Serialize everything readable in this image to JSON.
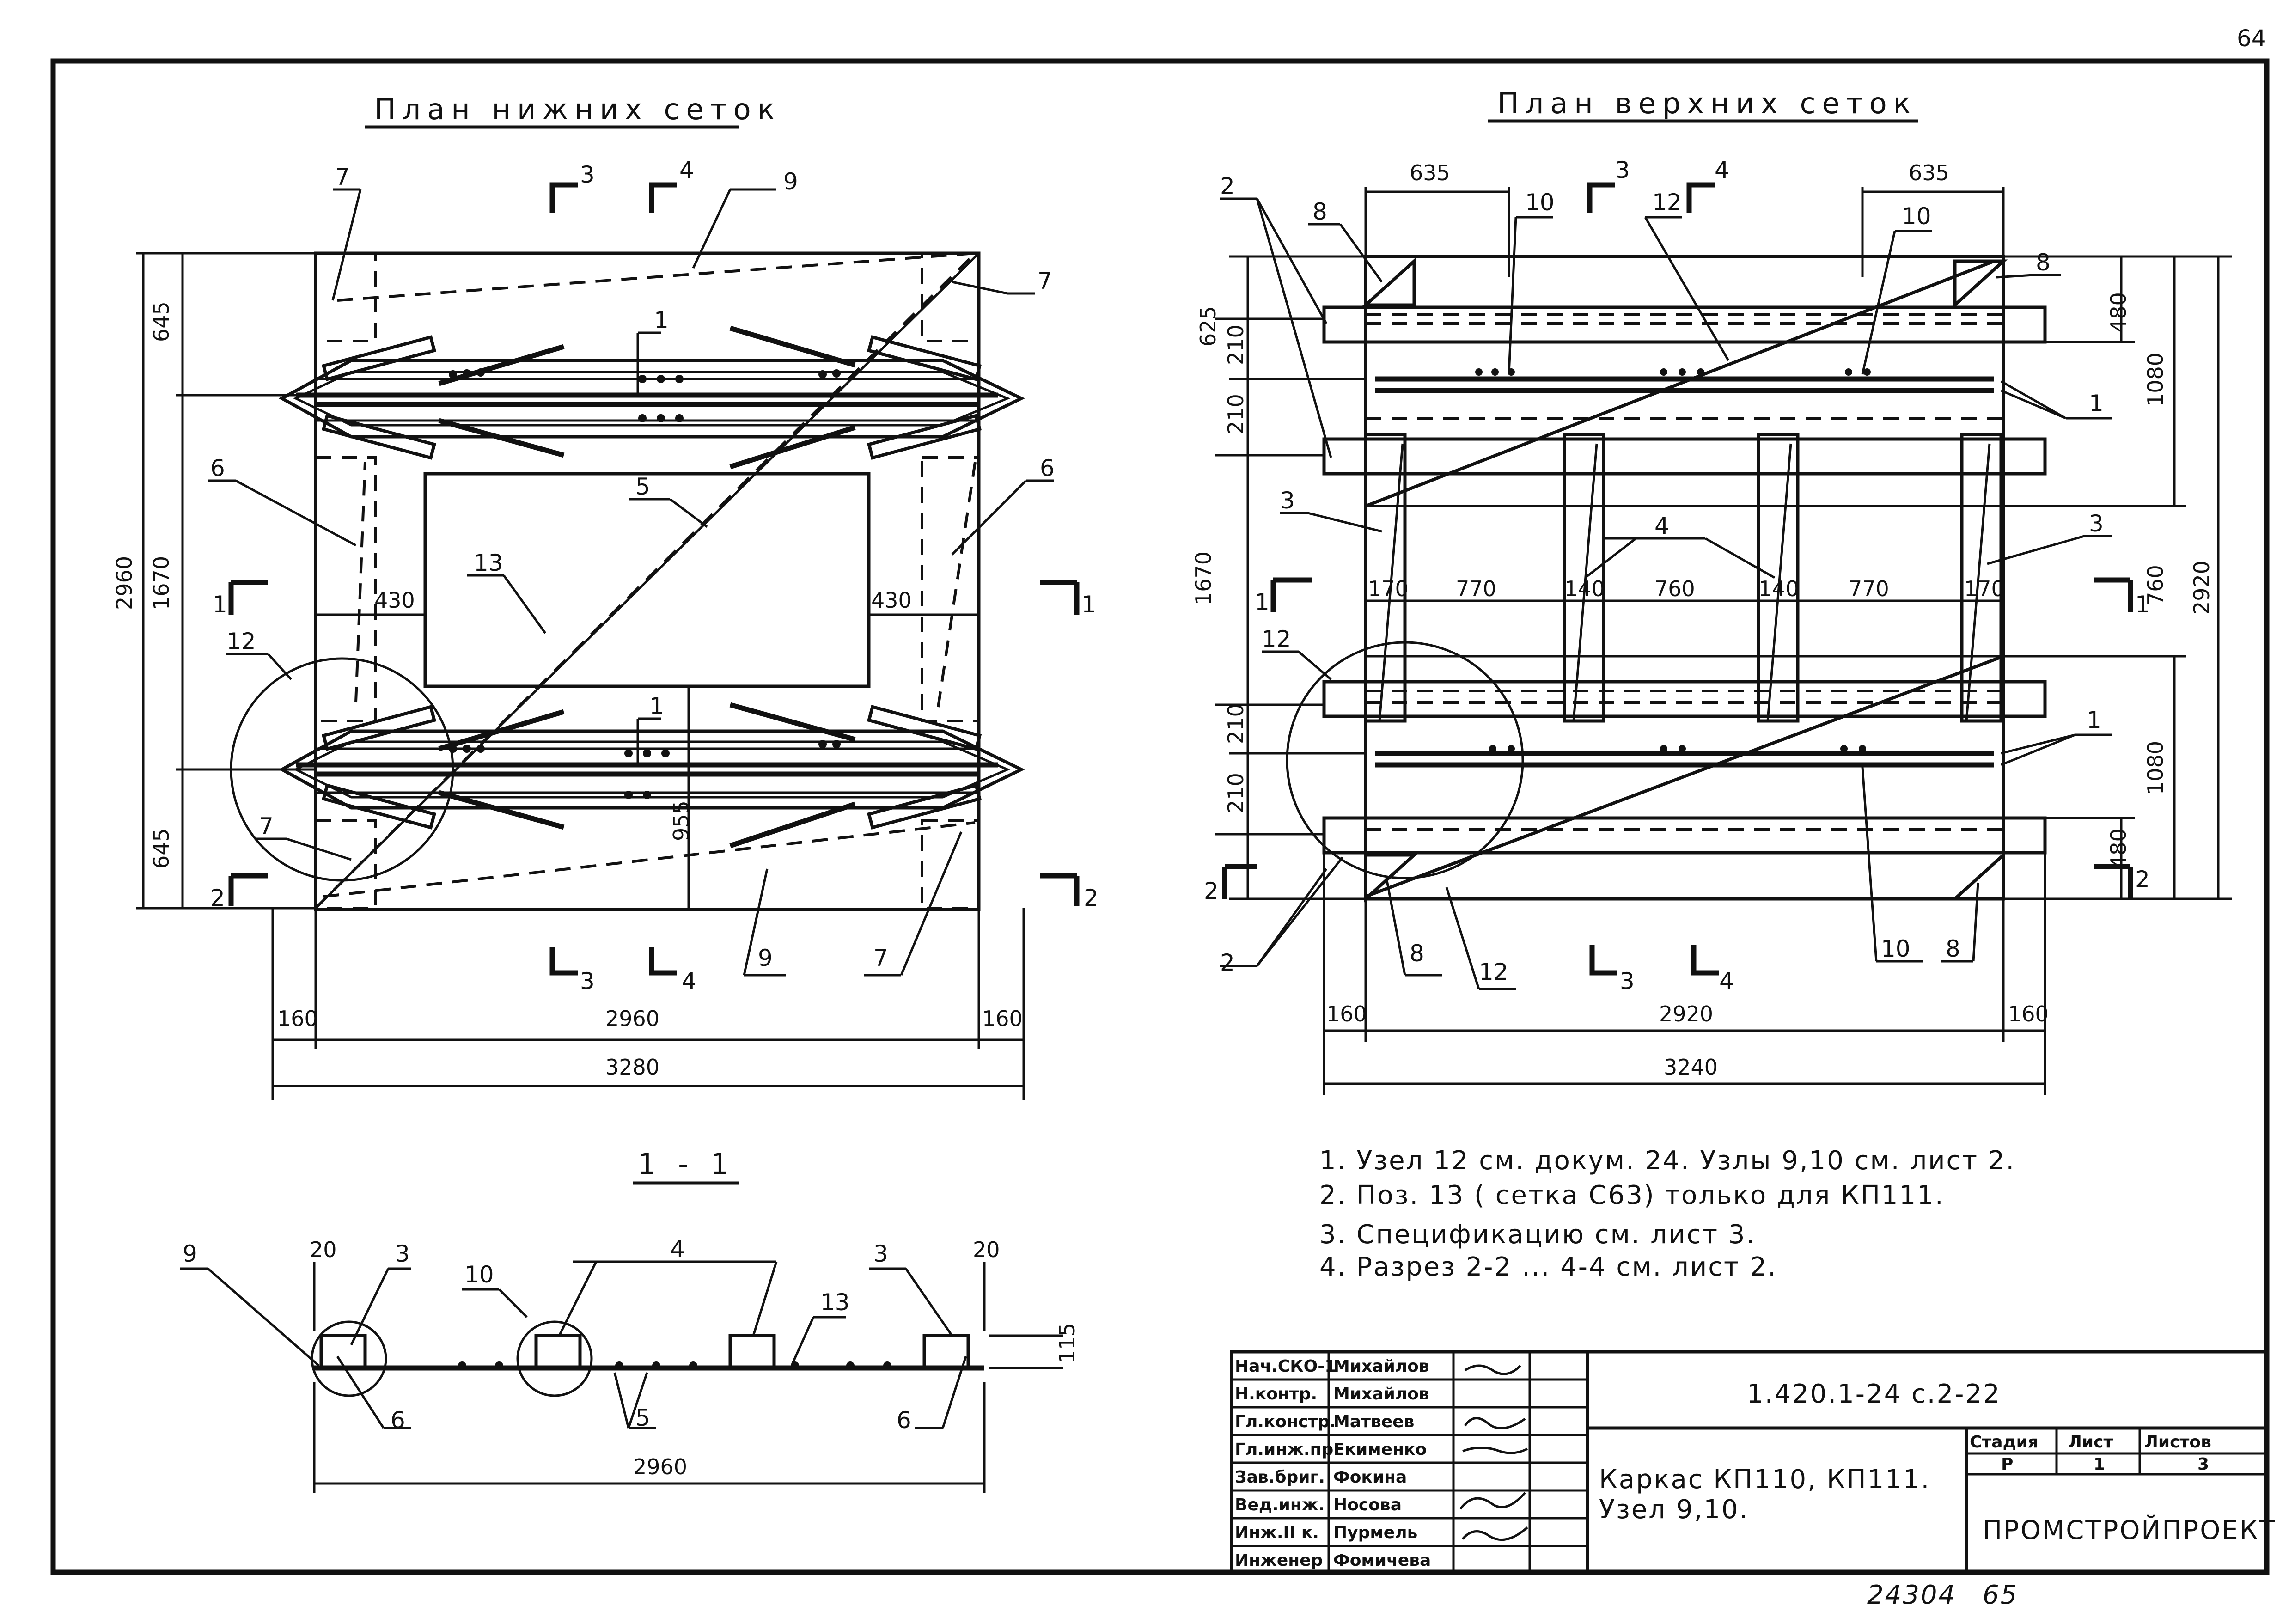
{
  "sheet": {
    "page_number": "64",
    "bottom_number": "24304",
    "bottom_page": "65"
  },
  "views": {
    "lower": {
      "title": "План нижних сеток",
      "dims": {
        "top": "645",
        "mid": "1670",
        "bot": "645",
        "total_h": "2960",
        "w_inner": "2960",
        "w_total": "3280",
        "edge_l": "160",
        "edge_r": "160",
        "open_l": "430",
        "open_r": "430",
        "depth": "955"
      },
      "sections": {
        "s3": "3",
        "s4": "4",
        "s1": "1",
        "s2": "2"
      },
      "callouts": {
        "c1a": "1",
        "c1b": "1",
        "c5": "5",
        "c6a": "6",
        "c6b": "6",
        "c7a": "7",
        "c7b": "7",
        "c7c": "7",
        "c7d": "7",
        "c9a": "9",
        "c9b": "9",
        "c12": "12",
        "c13": "13"
      }
    },
    "upper": {
      "title": "План верхних сеток",
      "dims": {
        "w_left": "635",
        "w_right": "635",
        "top": "625",
        "d210a": "210",
        "d210b": "210",
        "mid": "1670",
        "d210c": "210",
        "d210d": "210",
        "r480a": "480",
        "r1080a": "1080",
        "r760": "760",
        "r2920": "2920",
        "r1080b": "1080",
        "r480b": "480",
        "w_inner": "2920",
        "w_total": "3240",
        "edge_l": "160",
        "edge_r": "160",
        "s170a": "170",
        "s770a": "770",
        "s140a": "140",
        "s760": "760",
        "s140b": "140",
        "s770b": "770",
        "s170b": "170"
      },
      "callouts": {
        "c2a": "2",
        "c2b": "2",
        "c3a": "3",
        "c3b": "3",
        "c4": "4",
        "c8a": "8",
        "c8b": "8",
        "c8c": "8",
        "c8d": "8",
        "c10a": "10",
        "c10b": "10",
        "c10c": "10",
        "c12a": "12",
        "c12b": "12",
        "c12c": "12",
        "c1a": "1",
        "c1b": "1"
      }
    },
    "section": {
      "title": "1 - 1",
      "dims": {
        "d20a": "20",
        "d20b": "20",
        "h": "115",
        "w": "2960"
      },
      "callouts": {
        "c9": "9",
        "c3a": "3",
        "c10": "10",
        "c4": "4",
        "c13": "13",
        "c3b": "3",
        "c6a": "6",
        "c5": "5",
        "c6b": "6"
      }
    }
  },
  "notes": [
    "1. Узел 12  см. докум. 24.  Узлы 9,10  см. лист 2.",
    "2. Поз. 13 ( сетка С63) только  для  КП111.",
    "3. Спецификацию  см. лист 3.",
    "4. Разрез 2-2 ... 4-4  см. лист 2."
  ],
  "title_block": {
    "roles": [
      "Нач.СКО-1",
      "Н.контр.",
      "Гл.констр.",
      "Гл.инж.пр.",
      "Зав.бриг.",
      "Вед.инж.",
      "Инж.II к.",
      "Инженер"
    ],
    "names": [
      "Михайлов",
      "Михайлов",
      "Матвеев",
      "Екименко",
      "Фокина",
      "Носова",
      "Пурмель",
      "Фомичева"
    ],
    "doc_code": "1.420.1-24 с.2-22",
    "description_line1": "Каркас  КП110, КП111.",
    "description_line2": "Узел  9,10.",
    "stage_label": "Стадия",
    "sheet_label": "Лист",
    "sheets_label": "Листов",
    "stage": "Р",
    "sheet": "1",
    "sheets": "3",
    "org": "ПРОМСТРОЙПРОЕКТ"
  }
}
